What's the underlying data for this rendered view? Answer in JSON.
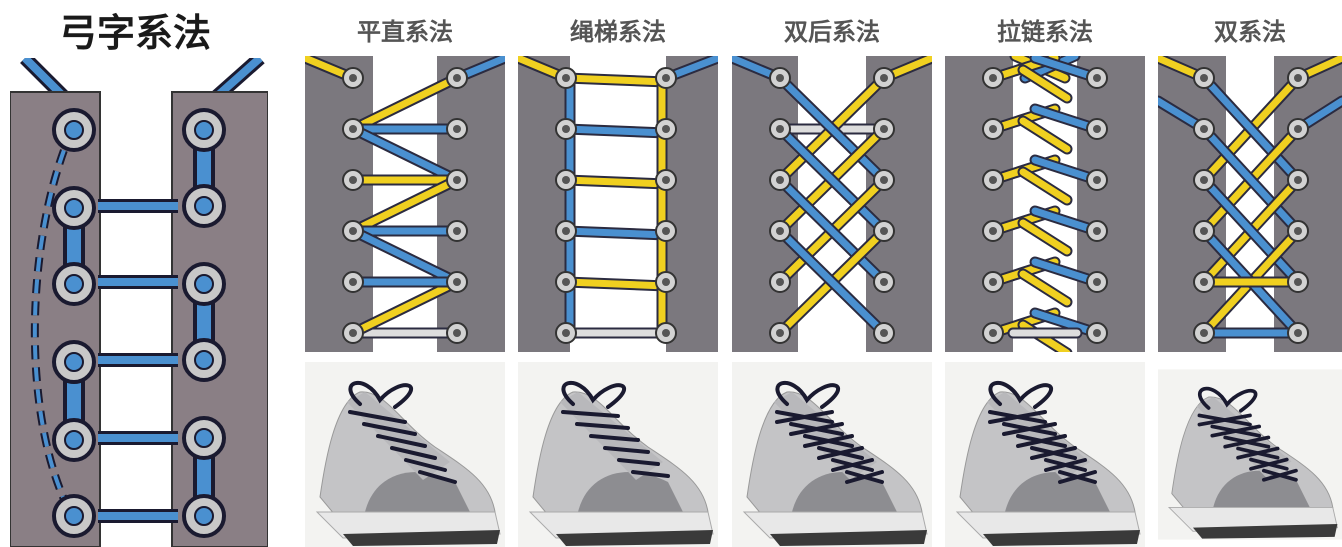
{
  "methods": [
    {
      "title": "弓字系法"
    },
    {
      "title": "平直系法"
    },
    {
      "title": "绳梯系法"
    },
    {
      "title": "双后系法"
    },
    {
      "title": "拉链系法"
    },
    {
      "title": "双系法"
    }
  ],
  "colors": {
    "shoe_panel": "#7b787e",
    "shoe_panel_main": "#8a7f85",
    "lace_blue": "#4a90d0",
    "lace_yellow": "#f0d020",
    "lace_dark": "#1a1a30",
    "eyelet": "#c8c8c8",
    "sneaker_body": "#c4c4c6",
    "sneaker_sole": "#3a3a3a"
  },
  "icons": [
    "lacing-diagram",
    "sneaker-photo"
  ]
}
